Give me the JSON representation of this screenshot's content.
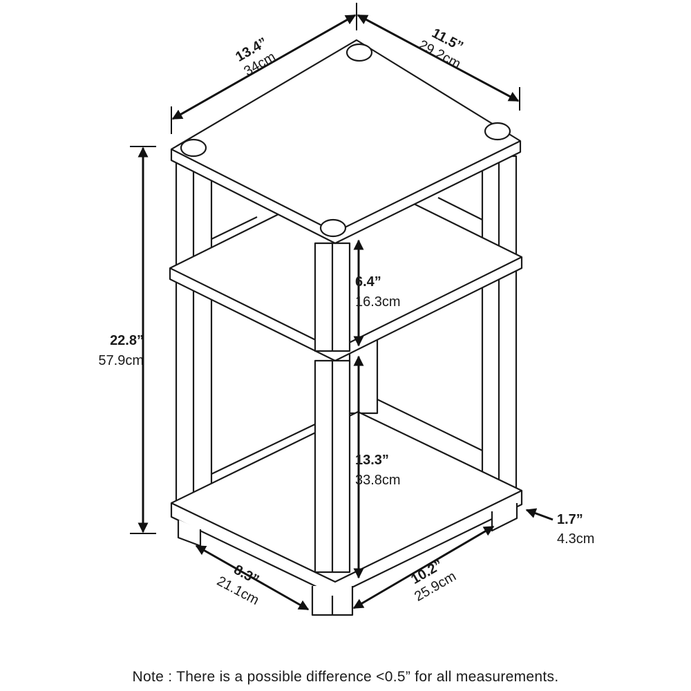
{
  "dimensions": {
    "top_width": {
      "in": "13.4”",
      "cm": "34cm"
    },
    "top_depth": {
      "in": "11.5”",
      "cm": "29.2cm"
    },
    "total_height": {
      "in": "22.8”",
      "cm": "57.9cm"
    },
    "upper_clearance": {
      "in": "6.4”",
      "cm": "16.3cm"
    },
    "lower_clearance": {
      "in": "13.3”",
      "cm": "33.8cm"
    },
    "foot_height": {
      "in": "1.7”",
      "cm": "4.3cm"
    },
    "base_depth": {
      "in": "8.3”",
      "cm": "21.1cm"
    },
    "base_width": {
      "in": "10.2”",
      "cm": "25.9cm"
    }
  },
  "note": "Note : There is a possible difference <0.5” for all measurements.",
  "colors": {
    "line": "#1a1a1a",
    "fill": "#ffffff"
  }
}
